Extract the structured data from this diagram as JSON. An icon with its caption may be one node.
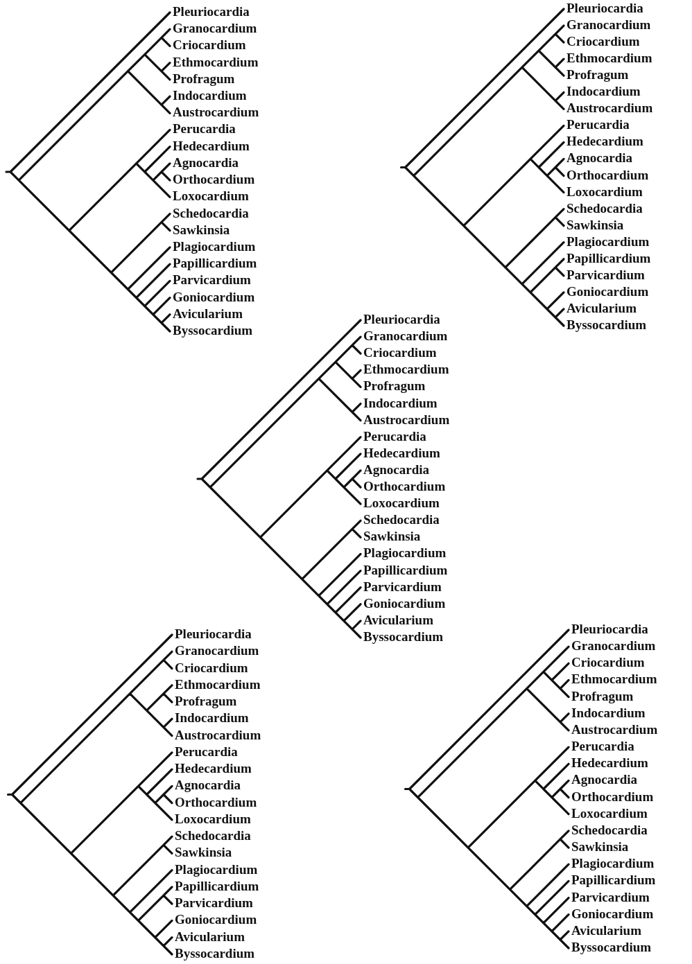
{
  "diagram": {
    "labels": [
      "Pleuriocardia",
      "Granocardium",
      "Criocardium",
      "Ethmocardium",
      "Profragum",
      "Indocardium",
      "Austrocardium",
      "Perucardia",
      "Hedecardium",
      "Agnocardia",
      "Orthocardium",
      "Loxocardium",
      "Schedocardia",
      "Sawkinsia",
      "Plagiocardium",
      "Papillicardium",
      "Parvicardium",
      "Goniocardium",
      "Avicularium",
      "Byssocardium",
      "Pleuriocardia",
      "Granocardium",
      "Criocardium",
      "Ethmocardium",
      "Profragum",
      "Indocardium",
      "Austrocardium",
      "Perucardia",
      "Hedecardium",
      "Agnocardia",
      "Orthocardium",
      "Loxocardium",
      "Schedocardia",
      "Sawkinsia",
      "Plagiocardium",
      "Papillicardium",
      "Parvicardium",
      "Goniocardium",
      "Avicularium",
      "Byssocardium",
      "Pleuriocardia",
      "Granocardium",
      "Criocardium",
      "Ethmocardium",
      "Profragum",
      "Indocardium",
      "Austrocardium",
      "Perucardia",
      "Hedecardium",
      "Agnocardia",
      "Orthocardium",
      "Loxocardium",
      "Schedocardia",
      "Sawkinsia",
      "Plagiocardium",
      "Papillicardium",
      "Parvicardium",
      "Goniocardium",
      "Avicularium",
      "Byssocardium",
      "Pleuriocardia",
      "Granocardium",
      "Criocardium",
      "Ethmocardium",
      "Profragum",
      "Indocardium",
      "Austrocardium",
      "Perucardia",
      "Hedecardium",
      "Agnocardia",
      "Orthocardium",
      "Loxocardium",
      "Schedocardia",
      "Sawkinsia",
      "Plagiocardium",
      "Papillicardium",
      "Parvicardium",
      "Goniocardium",
      "Avicularium",
      "Byssocardium",
      "Pleuriocardia",
      "Granocardium",
      "Criocardium",
      "Ethmocardium",
      "Profragum",
      "Indocardium",
      "Austrocardium",
      "Perucardia",
      "Hedecardium",
      "Agnocardia",
      "Orthocardium",
      "Loxocardium",
      "Schedocardia",
      "Sawkinsia",
      "Plagiocardium",
      "Papillicardium",
      "Parvicardium",
      "Goniocardium",
      "Avicularium",
      "Byssocardium"
    ]
  }
}
